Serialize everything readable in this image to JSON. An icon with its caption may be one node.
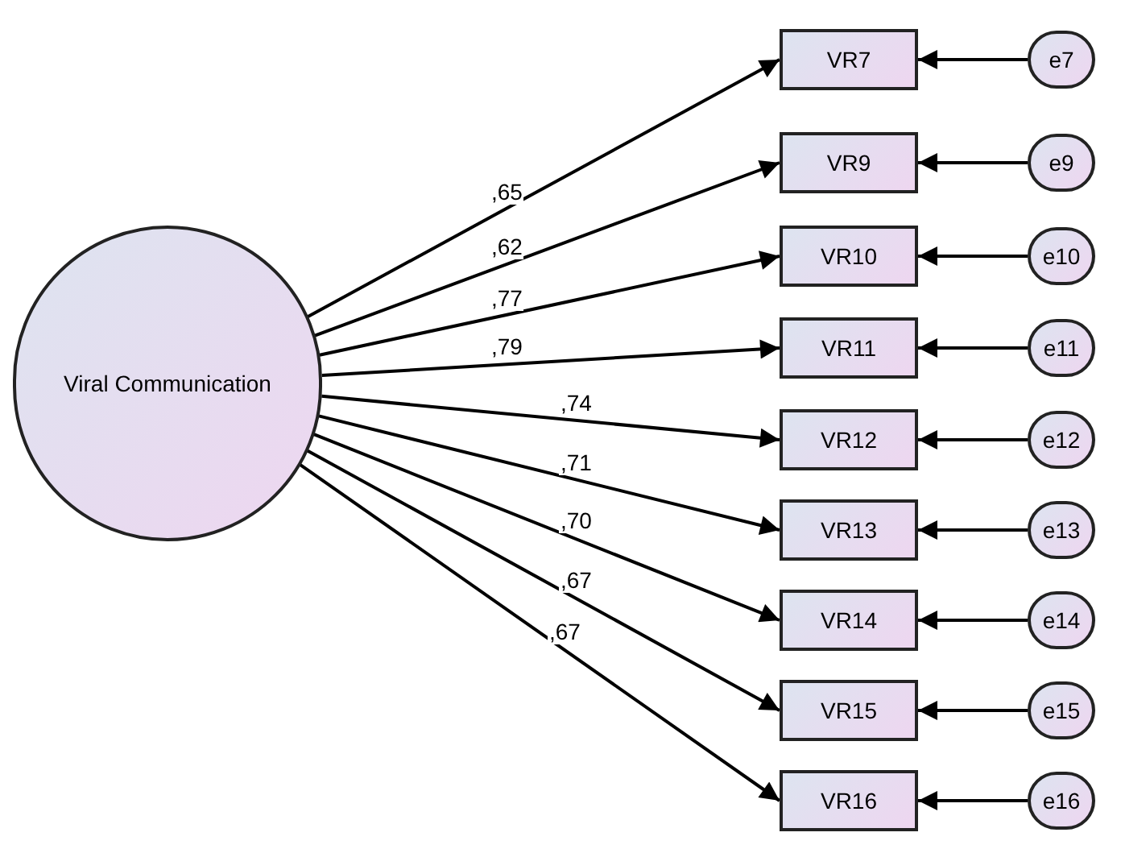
{
  "diagram": {
    "nodes": [
      {
        "text": [
          "Viral Communication"
        ]
      },
      {
        "text": [
          "VR7"
        ]
      },
      {
        "text": [
          "VR9"
        ]
      },
      {
        "text": [
          "VR10"
        ]
      },
      {
        "text": [
          "VR11"
        ]
      },
      {
        "text": [
          "VR12"
        ]
      },
      {
        "text": [
          "VR13"
        ]
      },
      {
        "text": [
          "VR14"
        ]
      },
      {
        "text": [
          "VR15"
        ]
      },
      {
        "text": [
          "VR16"
        ]
      },
      {
        "text": [
          "e7"
        ]
      },
      {
        "text": [
          "e9"
        ]
      },
      {
        "text": [
          "e10"
        ]
      },
      {
        "text": [
          "e11"
        ]
      },
      {
        "text": [
          "e12"
        ]
      },
      {
        "text": [
          "e13"
        ]
      },
      {
        "text": [
          "e14"
        ]
      },
      {
        "text": [
          "e15"
        ]
      },
      {
        "text": [
          "e16"
        ]
      }
    ],
    "edges": [
      {
        "from": 0,
        "to": 1,
        "arrow": "to",
        "label": ",65"
      },
      {
        "from": 0,
        "to": 2,
        "arrow": "to",
        "label": ",62"
      },
      {
        "from": 0,
        "to": 3,
        "arrow": "to",
        "label": ",77"
      },
      {
        "from": 0,
        "to": 4,
        "arrow": "to",
        "label": ",79"
      },
      {
        "from": 0,
        "to": 5,
        "arrow": "to",
        "label": ",74"
      },
      {
        "from": 0,
        "to": 6,
        "arrow": "to",
        "label": ",71"
      },
      {
        "from": 0,
        "to": 7,
        "arrow": "to",
        "label": ",70"
      },
      {
        "from": 0,
        "to": 8,
        "arrow": "to",
        "label": ",67"
      },
      {
        "from": 0,
        "to": 9,
        "arrow": "to",
        "label": ",67"
      },
      {
        "from": 10,
        "to": 1,
        "arrow": "to"
      },
      {
        "from": 11,
        "to": 2,
        "arrow": "to"
      },
      {
        "from": 12,
        "to": 3,
        "arrow": "to"
      },
      {
        "from": 13,
        "to": 4,
        "arrow": "to"
      },
      {
        "from": 14,
        "to": 5,
        "arrow": "to"
      },
      {
        "from": 15,
        "to": 6,
        "arrow": "to"
      },
      {
        "from": 16,
        "to": 7,
        "arrow": "to"
      },
      {
        "from": 17,
        "to": 8,
        "arrow": "to"
      },
      {
        "from": 18,
        "to": 9,
        "arrow": "to"
      }
    ]
  }
}
